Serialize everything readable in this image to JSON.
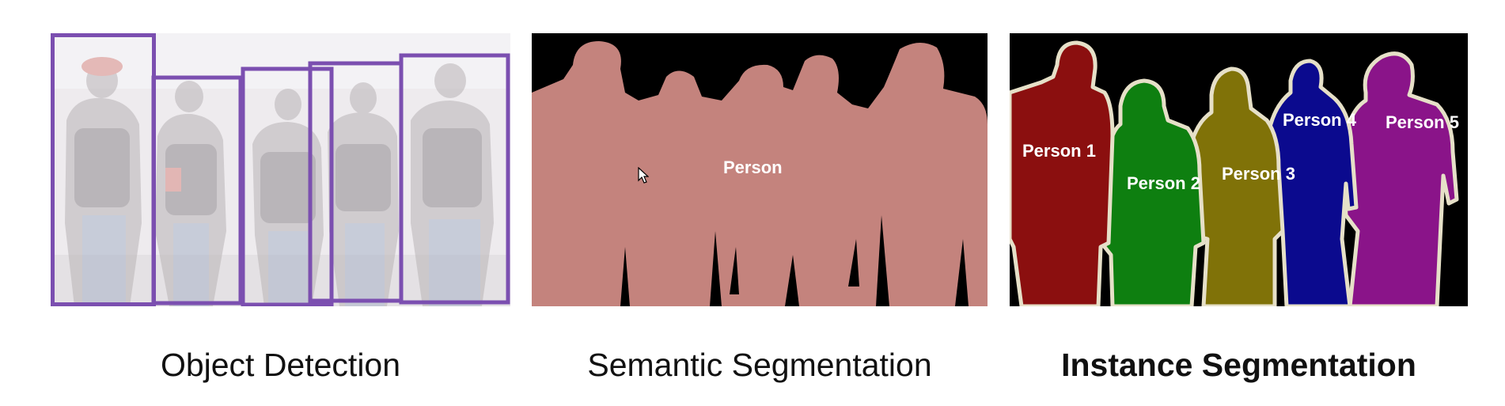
{
  "captions": {
    "object_detection": "Object Detection",
    "semantic_segmentation": "Semantic Segmentation",
    "instance_segmentation": "Instance Segmentation"
  },
  "semantic": {
    "label": "Person"
  },
  "instances": [
    {
      "label": "Person 1",
      "color": "#8b0f0f"
    },
    {
      "label": "Person 2",
      "color": "#0e7f10"
    },
    {
      "label": "Person 3",
      "color": "#807208"
    },
    {
      "label": "Person 4",
      "color": "#0b0a8e"
    },
    {
      "label": "Person 5",
      "color": "#8a1489"
    }
  ],
  "colors": {
    "detection_box": "#7b4fb0",
    "semantic_fill": "#c4837d",
    "instance_outline": "#e6e0c8",
    "semantic_background": "#000000"
  }
}
